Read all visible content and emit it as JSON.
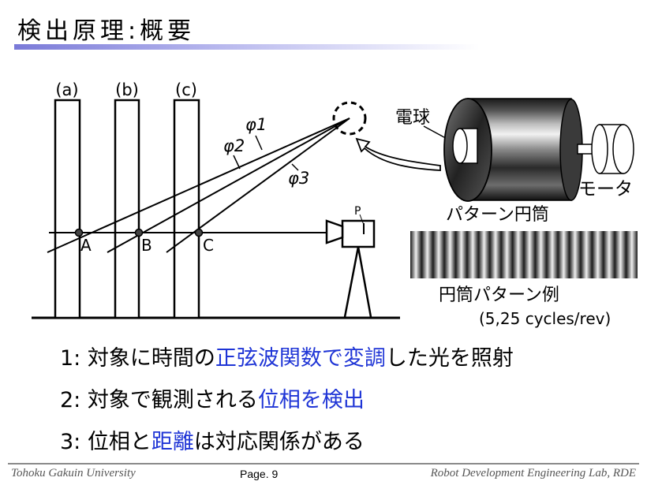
{
  "slide": {
    "title": "検出原理:概要"
  },
  "diagram": {
    "column_labels": [
      "(a)",
      "(b)",
      "(c)"
    ],
    "point_labels": [
      "A",
      "B",
      "C"
    ],
    "phase_labels": [
      "φ1",
      "φ2",
      "φ3"
    ],
    "camera_label": "P",
    "lamp_label": "電球",
    "motor_label": "モータ",
    "cylinder_label": "パターン円筒",
    "pattern_example_label": "円筒パターン例",
    "pattern_cycles": "(5,25 cycles/rev)"
  },
  "steps": [
    {
      "num": "1:",
      "pre": "対象に時間の",
      "hl": "正弦波関数で変調",
      "post": "した光を照射"
    },
    {
      "num": "2:",
      "pre": "対象で観測される",
      "hl": "位相を検出",
      "post": ""
    },
    {
      "num": "3:",
      "pre": "位相と",
      "hl": "距離",
      "post": "は対応関係がある"
    }
  ],
  "footer": {
    "left": "Tohoku Gakuin University",
    "page": "Page. 9",
    "right": "Robot Development Engineering Lab, RDE"
  },
  "colors": {
    "highlight": "#1f35d6",
    "title_underline": "#7a7ad8"
  }
}
